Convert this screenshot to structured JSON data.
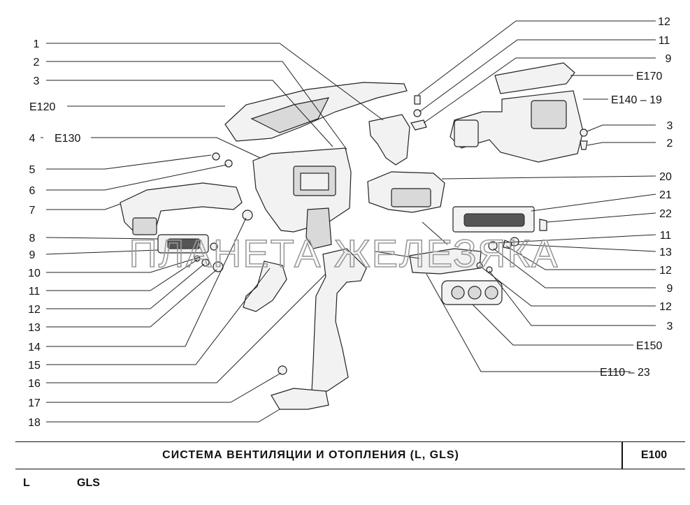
{
  "diagram": {
    "left_labels": [
      "1",
      "2",
      "3",
      "E120",
      "4",
      "E130",
      "5",
      "6",
      "7",
      "8",
      "9",
      "10",
      "11",
      "12",
      "13",
      "14",
      "15",
      "16",
      "17",
      "18"
    ],
    "right_labels": [
      "12",
      "11",
      "9",
      "E170",
      "E140 – 19",
      "3",
      "2",
      "20",
      "21",
      "22",
      "11",
      "13",
      "12",
      "9",
      "12",
      "3",
      "E150",
      "E110 – 23"
    ],
    "watermark": "ПЛАНЕТА ЖЕЛЕЗЯКА"
  },
  "footer": {
    "title": "СИСТЕМА ВЕНТИЛЯЦИИ И ОТОПЛЕНИЯ (L, GLS)",
    "code": "E100",
    "variant_l": "L",
    "variant_gls": "GLS"
  }
}
